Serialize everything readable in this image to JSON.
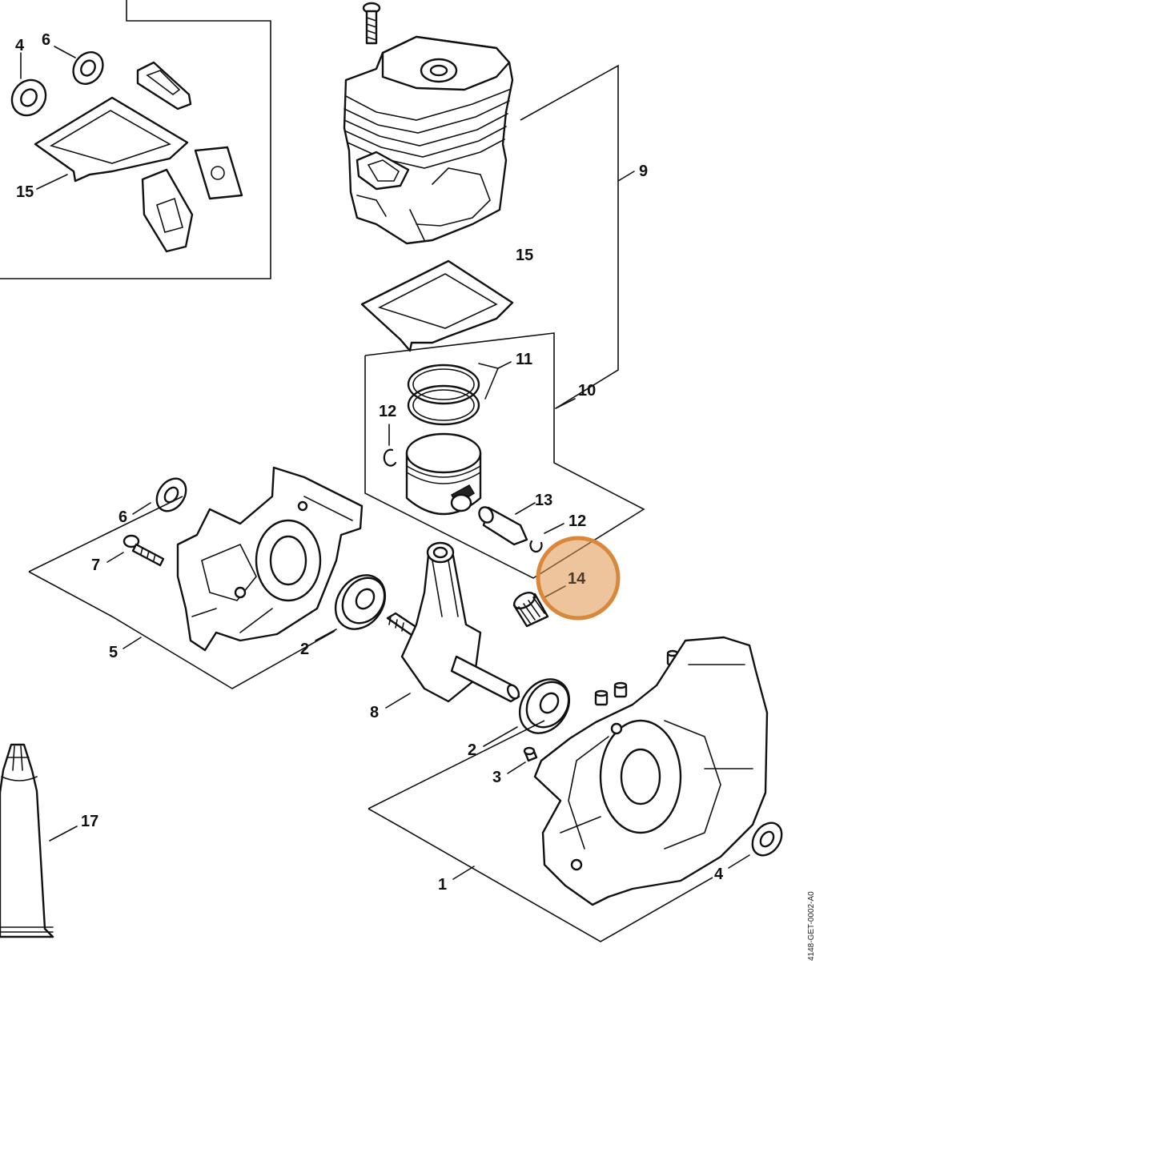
{
  "diagram": {
    "callouts": [
      "1",
      "2",
      "2",
      "3",
      "4",
      "4",
      "5",
      "6",
      "6",
      "7",
      "8",
      "9",
      "10",
      "11",
      "12",
      "12",
      "13",
      "14",
      "15",
      "15",
      "17"
    ],
    "highlight": {
      "label": "14",
      "color": "#e0944a"
    },
    "drawing_ref": "4148-GET-0002-A0"
  }
}
